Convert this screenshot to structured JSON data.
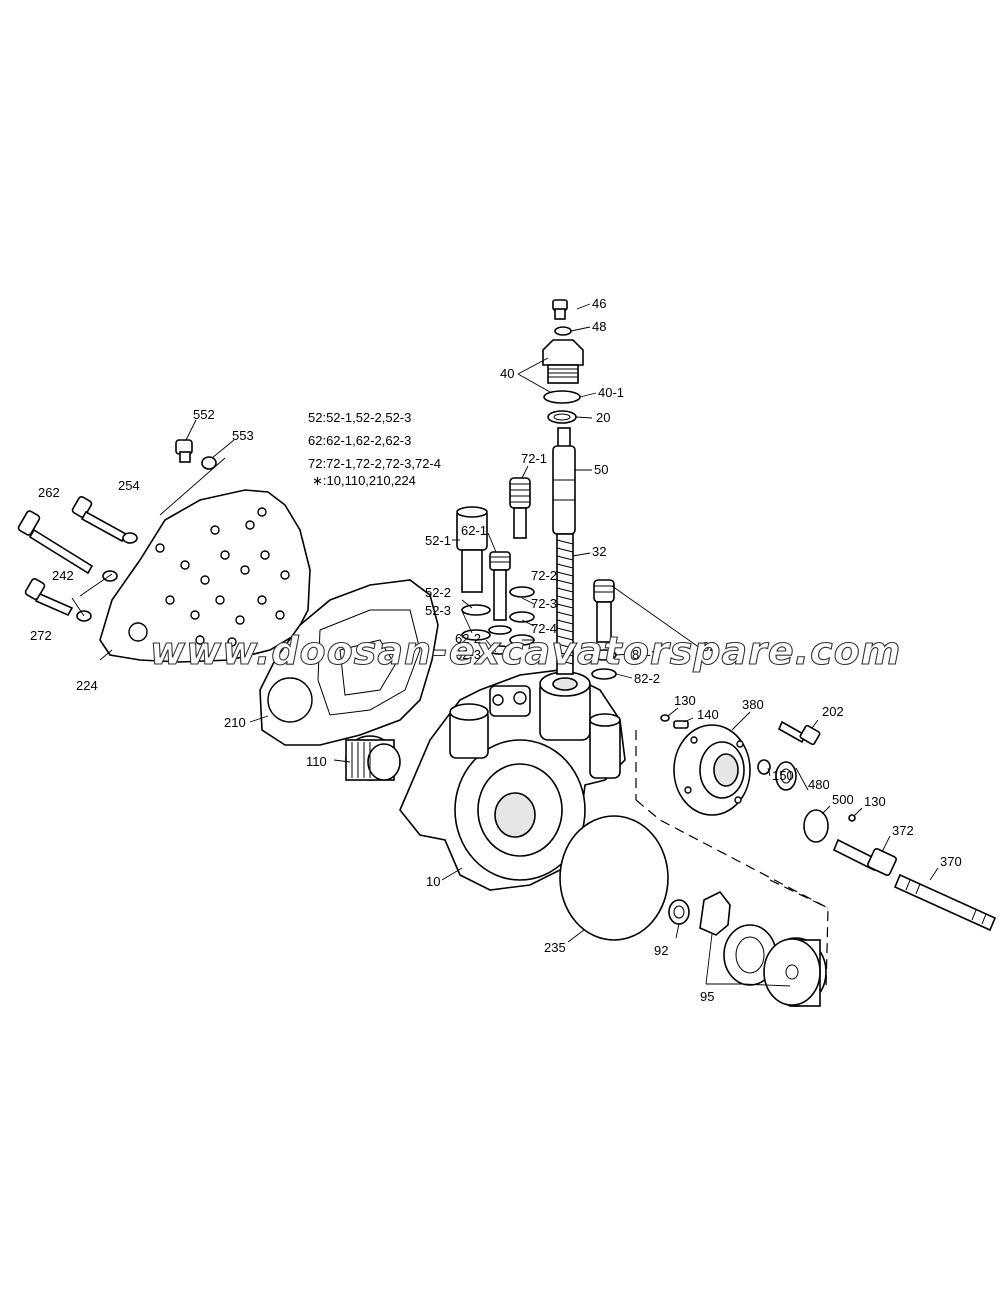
{
  "notes": [
    "52:52-1,52-2,52-3",
    "62:62-1,62-2,62-3",
    "72:72-1,72-2,72-3,72-4",
    "∗:10,110,210,224"
  ],
  "watermark": "www.doosan-excavatorspare.com",
  "labels": {
    "l46": "46",
    "l48": "48",
    "l40": "40",
    "l40_1": "40-1",
    "l20": "20",
    "l50": "50",
    "l72_1": "72-1",
    "l32": "32",
    "l52_1": "52-1",
    "l62_1": "62-1",
    "l52_2": "52-2",
    "l52_3": "52-3",
    "l72_2": "72-2",
    "l72_3": "72-3",
    "l72_4": "72-4",
    "l62_2": "62-2",
    "l62_3": "62-3",
    "l82": "82",
    "l82_1": "82-1",
    "l82_2": "82-2",
    "l552": "552",
    "l553": "553",
    "l262": "262",
    "l254": "254",
    "l242": "242",
    "l272": "272",
    "l224": "224",
    "l210": "210",
    "l110": "110",
    "l10": "10",
    "l130a": "130",
    "l140": "140",
    "l380": "380",
    "l202": "202",
    "l150": "150",
    "l480": "480",
    "l500": "500",
    "l130b": "130",
    "l372": "372",
    "l370": "370",
    "l235": "235",
    "l92": "92",
    "l95": "95"
  }
}
